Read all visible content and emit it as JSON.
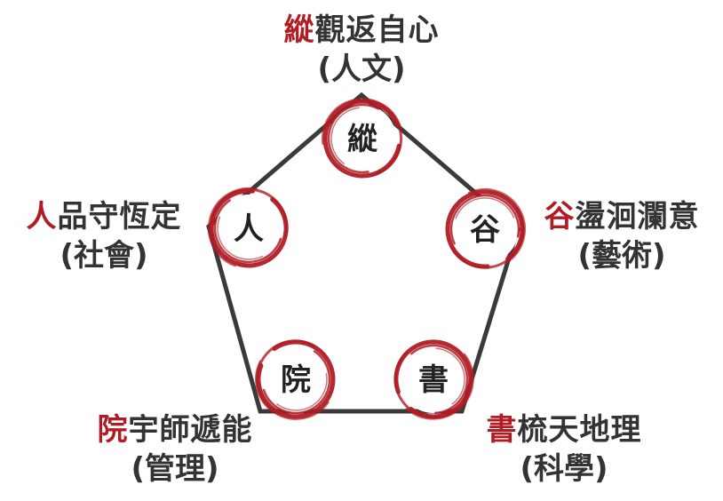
{
  "colors": {
    "accent": "#b01c24",
    "pentagon_line": "#3a3a3a",
    "text": "#333333"
  },
  "nodes": [
    {
      "id": "zong",
      "char": "縱"
    },
    {
      "id": "gu",
      "char": "谷"
    },
    {
      "id": "shu",
      "char": "書"
    },
    {
      "id": "yuan",
      "char": "院"
    },
    {
      "id": "ren",
      "char": "人"
    }
  ],
  "labels": {
    "zong": {
      "accent": "縱",
      "rest": "觀返自心",
      "sub": "(人文)"
    },
    "gu": {
      "accent": "谷",
      "rest": "盪洄瀾意",
      "sub": "(藝術)"
    },
    "shu": {
      "accent": "書",
      "rest": "梳天地理",
      "sub": "(科學)"
    },
    "yuan": {
      "accent": "院",
      "rest": "宇師遞能",
      "sub": "(管理)"
    },
    "ren": {
      "accent": "人",
      "rest": "品守恆定",
      "sub": "(社會)"
    }
  }
}
